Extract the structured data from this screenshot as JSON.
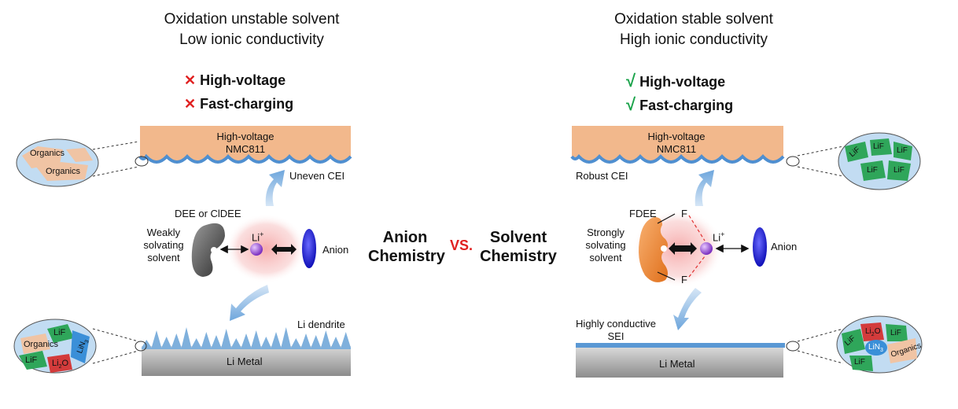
{
  "left": {
    "header": [
      "Oxidation unstable solvent",
      "Low ionic conductivity"
    ],
    "checks": [
      {
        "mark": "✕",
        "label": "High-voltage"
      },
      {
        "mark": "✕",
        "label": "Fast-charging"
      }
    ],
    "cathode_label": [
      "High-voltage",
      "NMC811"
    ],
    "cei_label": "Uneven CEI",
    "solvent_name": "DEE or ClDEE",
    "solvent_desc": [
      "Weakly",
      "solvating",
      "solvent"
    ],
    "li_label": "Li",
    "li_charge": "+",
    "anion_label": "Anion",
    "dendrite_label": "Li dendrite",
    "metal_label": "Li Metal",
    "cei_zoom": [
      "Organics",
      "Organics"
    ],
    "sei_zoom": [
      "LiF",
      "Organics",
      "LiN",
      "LiF",
      "Li",
      "O"
    ]
  },
  "center": {
    "left_title": [
      "Anion",
      "Chemistry"
    ],
    "vs": "VS.",
    "right_title": [
      "Solvent",
      "Chemistry"
    ]
  },
  "right": {
    "header": [
      "Oxidation stable solvent",
      "High ionic conductivity"
    ],
    "checks": [
      {
        "mark": "√",
        "label": "High-voltage"
      },
      {
        "mark": "√",
        "label": "Fast-charging"
      }
    ],
    "cathode_label": [
      "High-voltage",
      "NMC811"
    ],
    "cei_label": "Robust CEI",
    "solvent_name": "FDEE",
    "solvent_desc": [
      "Strongly",
      "solvating",
      "solvent"
    ],
    "f_label": "F",
    "li_label": "Li",
    "li_charge": "+",
    "anion_label": "Anion",
    "sei_label": [
      "Highly conductive",
      "SEI"
    ],
    "metal_label": "Li Metal",
    "cei_zoom": [
      "LiF",
      "LiF",
      "LiF",
      "LiF",
      "LiF"
    ],
    "sei_zoom": [
      "Li",
      "O",
      "LiF",
      "LiF",
      "LiN",
      "LiF",
      "Organics"
    ]
  },
  "colors": {
    "cathode": "#f2b88c",
    "cei_wave": "#4f8fd0",
    "metal_top": "#cfcfcf",
    "metal_bottom": "#8a8a8a",
    "li_ion": "#9b4fd8",
    "anion": "#2a2ae0",
    "weak_solvent": "#555555",
    "strong_solvent": "#ef8a3c",
    "glow": "#f4a0a0",
    "cross": "#e02020",
    "check": "#1aa34a",
    "vs": "#e02020",
    "lif": "#2fa65a",
    "organics": "#f0c4a4",
    "li2o": "#d33b3b",
    "lin3": "#3a8fd8"
  }
}
